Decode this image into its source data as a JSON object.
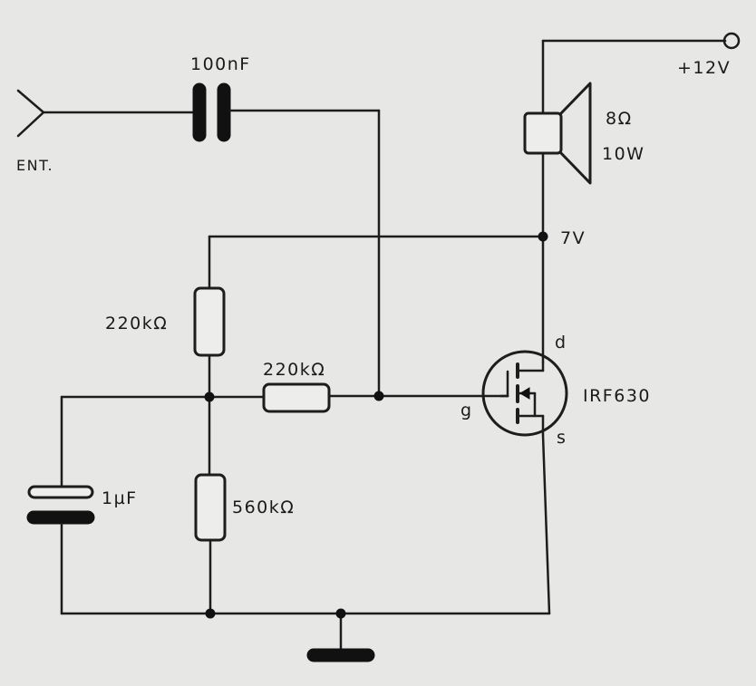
{
  "schematic": {
    "input_label": "ENT.",
    "capacitor_coupling_label": "100nF",
    "supply_label": "+12V",
    "speaker_impedance_label": "8Ω",
    "speaker_power_label": "10W",
    "drain_node_label": "7V",
    "resistor_top_label": "220kΩ",
    "resistor_series_label": "220kΩ",
    "resistor_bottom_label": "560kΩ",
    "capacitor_bypass_label": "1µF",
    "transistor_label": "IRF630",
    "pin_drain_label": "d",
    "pin_gate_label": "g",
    "pin_source_label": "s"
  },
  "colors": {
    "paper": "#e7e7e5",
    "ink": "#1d1d1d"
  }
}
